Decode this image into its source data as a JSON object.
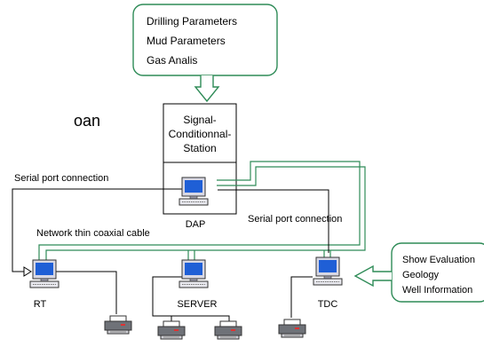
{
  "top_box": {
    "lines": [
      "Drilling Parameters",
      "Mud Parameters",
      "Gas Analis"
    ]
  },
  "right_box": {
    "lines": [
      "Show Evaluation",
      "Geology",
      "Well Information"
    ]
  },
  "station": {
    "lines": [
      "Signal-",
      "Conditionnal-",
      "Station"
    ]
  },
  "nodes": {
    "dap": "DAP",
    "rt": "RT",
    "server": "SERVER",
    "tdc": "TDC"
  },
  "labels": {
    "serial_port_left": "Serial port connection",
    "serial_port_right": "Serial port connection",
    "network_cable": "Network thin coaxial cable",
    "fragment": "oan"
  },
  "colors": {
    "green": "#2e8b57",
    "line": "#000000",
    "screen": "#1f5fd6"
  }
}
